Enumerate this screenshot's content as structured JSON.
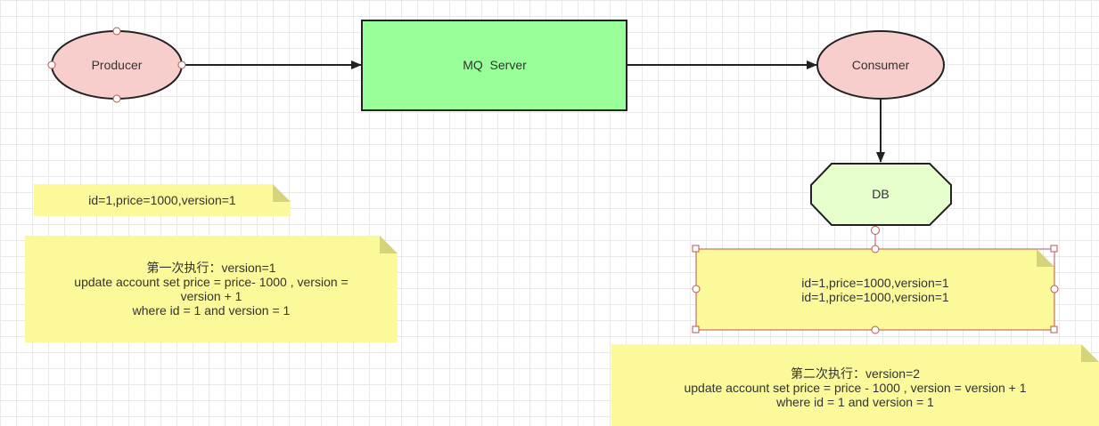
{
  "nodes": {
    "producer": "Producer",
    "mq_server": "MQ  Server",
    "consumer": "Consumer",
    "db": "DB"
  },
  "notes": {
    "initial": {
      "line1": "id=1,price=1000,version=1"
    },
    "first_exec": {
      "line1": "第一次执行：version=1",
      "line2": "update account set price = price- 1000 , version =",
      "line3": "version + 1",
      "line4": "where id = 1 and version = 1"
    },
    "db_records": {
      "line1": "id=1,price=1000,version=1",
      "line2": "id=1,price=1000,version=1"
    },
    "second_exec": {
      "line1": "第二次执行：version=2",
      "line2": "update account set price = price - 1000 , version = version + 1",
      "line3": "where id = 1 and version = 1"
    }
  },
  "colors": {
    "producer_fill": "#f8cecc",
    "mq_fill": "#99ff99",
    "consumer_fill": "#f8cecc",
    "db_fill": "#e6ffcc",
    "note_fill": "#fbf99a",
    "selection_handle": "#b85450"
  }
}
